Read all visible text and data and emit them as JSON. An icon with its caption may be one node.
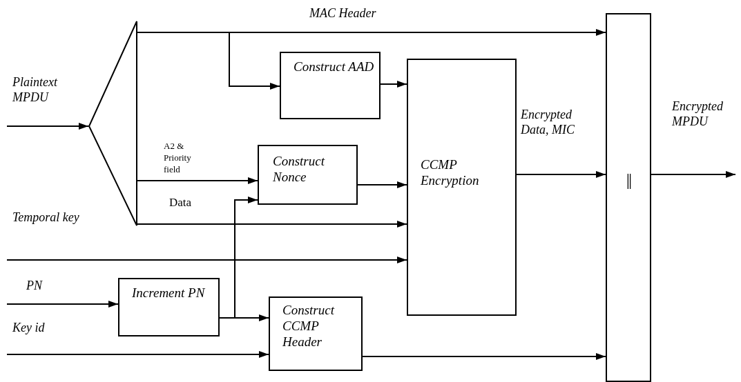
{
  "diagram": {
    "nodes": [
      {
        "text": [],
        "shape": "triangle"
      },
      {
        "text": [
          "Construct AAD"
        ]
      },
      {
        "text": [
          "Construct Nonce"
        ]
      },
      {
        "text": [
          "CCMP Encryption"
        ]
      },
      {
        "text": [
          "Increment PN"
        ]
      },
      {
        "text": [
          "Construct CCMP Header"
        ]
      },
      {
        "text": [
          "||"
        ]
      }
    ],
    "edges": [
      {
        "from": null,
        "to": 0,
        "arrow": "to",
        "label": "Plaintext MPDU"
      },
      {
        "from": 0,
        "to": 6,
        "arrow": "to",
        "label": "MAC Header"
      },
      {
        "from": 0,
        "to": 1,
        "arrow": "to"
      },
      {
        "from": 1,
        "to": 3,
        "arrow": "to"
      },
      {
        "from": 0,
        "to": 2,
        "arrow": "to",
        "label": "A2 & Priority field"
      },
      {
        "from": 0,
        "to": 3,
        "arrow": "to",
        "label": "Data"
      },
      {
        "from": null,
        "to": 3,
        "arrow": "to",
        "label": "Temporal key"
      },
      {
        "from": null,
        "to": 4,
        "arrow": "to",
        "label": "PN"
      },
      {
        "from": 4,
        "to": 2,
        "arrow": "to"
      },
      {
        "from": 4,
        "to": 5,
        "arrow": "to"
      },
      {
        "from": null,
        "to": 5,
        "arrow": "to",
        "label": "Key id"
      },
      {
        "from": 2,
        "to": 3,
        "arrow": "to"
      },
      {
        "from": 3,
        "to": 6,
        "arrow": "to",
        "label": "Encrypted Data, MIC"
      },
      {
        "from": 5,
        "to": 6,
        "arrow": "to"
      },
      {
        "from": 6,
        "to": null,
        "arrow": "to",
        "label": "Encrypted MPDU"
      }
    ]
  }
}
